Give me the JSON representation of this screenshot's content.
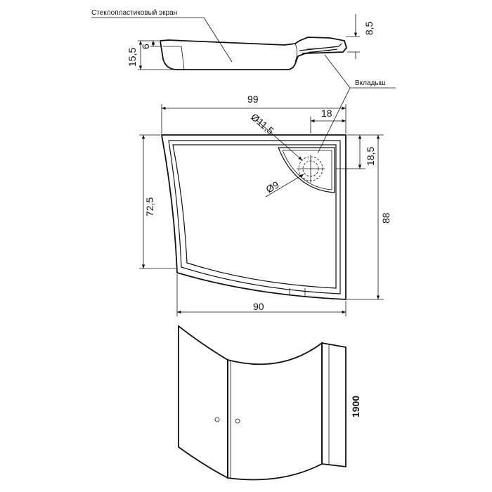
{
  "labels": {
    "screen": "Стеклопластиковый экран",
    "insert": "Вкладыш"
  },
  "dimensions": {
    "side_height": "15,5",
    "side_rim": "6",
    "side_insert": "8,5",
    "width_top": "99",
    "drain_large": "Ø11,5",
    "insert_width": "18",
    "insert_depth": "18,5",
    "drain_small": "Ø9",
    "left_depth": "72,5",
    "total_depth": "88",
    "bottom_width": "90",
    "cabin_height": "1900"
  }
}
